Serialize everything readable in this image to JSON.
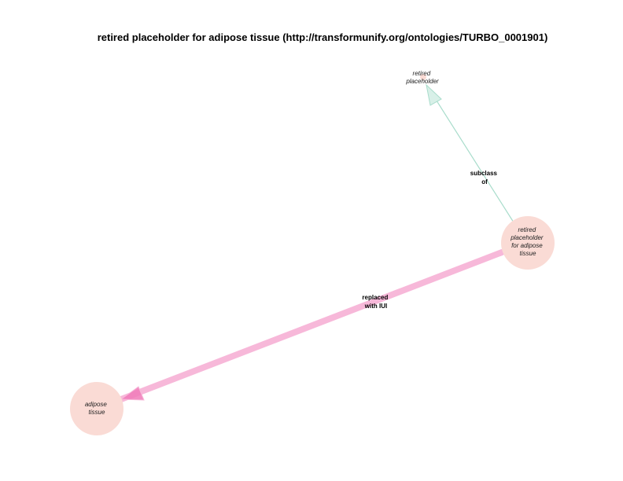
{
  "title": "retired placeholder for adipose tissue (http://transformunify.org/ontologies/TURBO_0001901)",
  "colors": {
    "node_fill": "#fadbd5",
    "subclass_edge": "#a8dccb",
    "replaced_edge": "#f7b8d9",
    "replaced_arrow": "#f07ab8"
  },
  "nodes": [
    {
      "id": "retired-placeholder",
      "label_lines": [
        "retired",
        "placeholder"
      ]
    },
    {
      "id": "retired-placeholder-adipose",
      "label_lines": [
        "retired",
        "placeholder",
        "for adipose",
        "tissue"
      ]
    },
    {
      "id": "adipose-tissue",
      "label_lines": [
        "adipose",
        "tissue"
      ]
    }
  ],
  "edges": [
    {
      "id": "subclass-of",
      "source": "retired-placeholder-adipose",
      "target": "retired-placeholder",
      "label_lines": [
        "subclass",
        "of"
      ]
    },
    {
      "id": "replaced-with-iui",
      "source": "retired-placeholder-adipose",
      "target": "adipose-tissue",
      "label_lines": [
        "replaced",
        "with IUI"
      ]
    }
  ]
}
